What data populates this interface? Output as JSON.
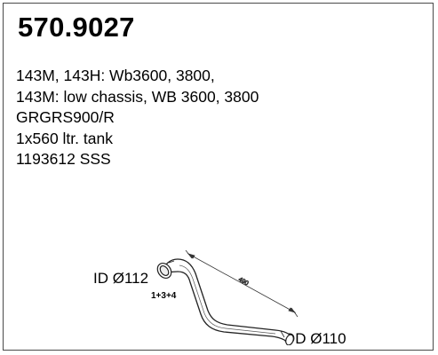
{
  "part_number": "570.9027",
  "specs": [
    "143M, 143H: Wb3600, 3800,",
    "143M: low chassis, WB 3600, 3800",
    "GRGRS900/R",
    "1x560 ltr. tank",
    "1193612 SSS"
  ],
  "diagram": {
    "inlet_label": "ID Ø112",
    "outlet_label": "OD Ø110",
    "quantity_label": "1+3+4"
  }
}
